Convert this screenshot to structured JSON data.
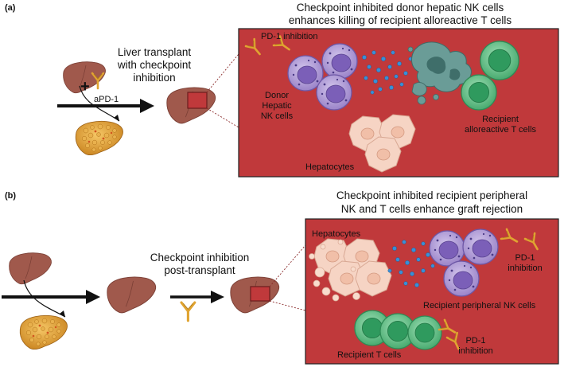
{
  "panel_a": {
    "tag": "(a)",
    "title_line1": "Checkpoint inhibited donor hepatic NK cells",
    "title_line2": "enhances killing of recipient alloreactive T cells",
    "transplant_line1": "Liver transplant",
    "transplant_line2": "with checkpoint",
    "transplant_line3": "inhibition",
    "plus": "+",
    "drug": "aPD-1",
    "pd1": "PD-1 inhibition",
    "nk_line1": "Donor",
    "nk_line2": "Hepatic",
    "nk_line3": "NK cells",
    "t_line1": "Recipient",
    "t_line2": "alloreactive T cells",
    "hep": "Hepatocytes"
  },
  "panel_b": {
    "tag": "(b)",
    "title_line1": "Checkpoint inhibited recipient peripheral",
    "title_line2": "NK and T cells enhance graft rejection",
    "ci_line1": "Checkpoint inhibition",
    "ci_line2": "post-transplant",
    "hep": "Hepatocytes",
    "pd1_top_line1": "PD-1",
    "pd1_top_line2": "inhibition",
    "nk": "Recipient peripheral NK cells",
    "t": "Recipient T cells",
    "pd1_bot_line1": "PD-1",
    "pd1_bot_line2": "inhibition"
  },
  "colors": {
    "panel_bg": "#c0393b",
    "liver": "#a0594c",
    "cirrhotic": "#e2a23f",
    "nk_cell": "#9b84c9",
    "t_cell": "#52b77c",
    "hepatocyte": "#f6d4c4",
    "cytokine": "#3a8fd6",
    "antibody": "#e0a431",
    "dying_t": "#5a8a86"
  },
  "icons": [
    "liver-icon",
    "cirrhotic-liver-icon",
    "antibody-icon",
    "arrow-icon",
    "nk-cell-icon",
    "t-cell-icon",
    "hepatocyte-icon"
  ]
}
